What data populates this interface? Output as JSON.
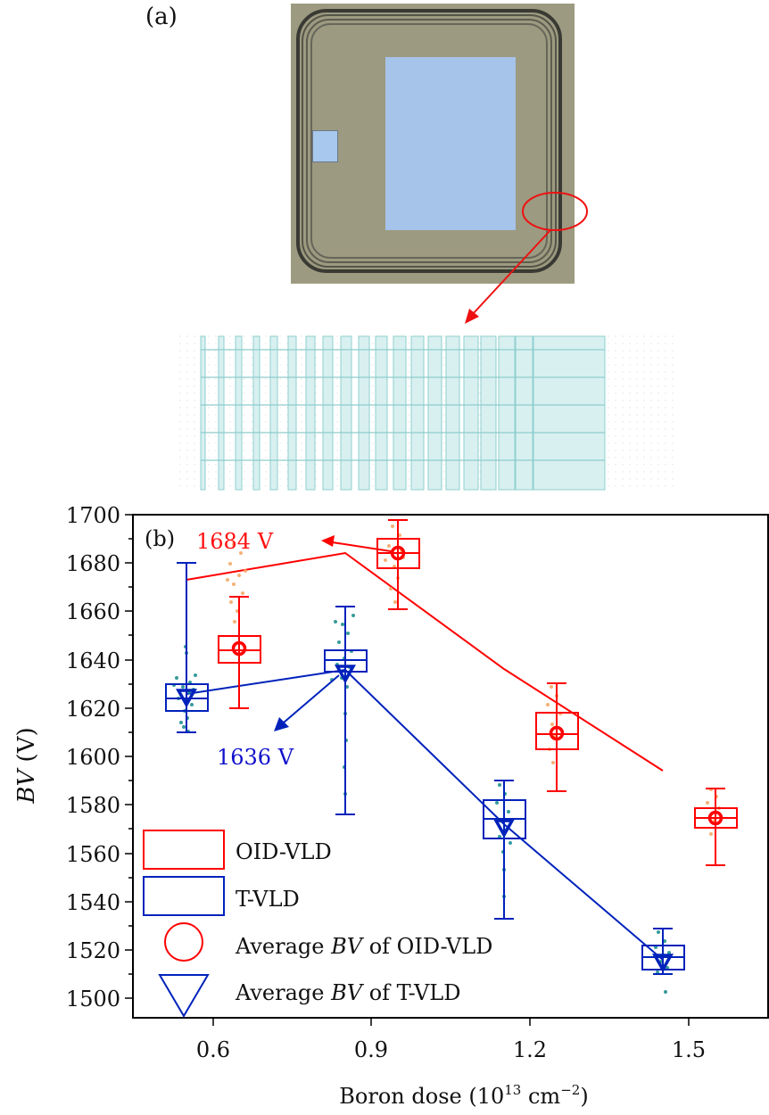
{
  "panel_a": {
    "label": "(a)",
    "description": "Optical micrograph of chip with termination rings; red ellipse marks corner region enlarged below as VLD mask layout strip"
  },
  "panel_b": {
    "label": "(b)"
  },
  "annotations": {
    "oid_peak": "1684 V",
    "tvld_peak": "1636 V"
  },
  "legend": {
    "items": [
      {
        "label": "OID-VLD",
        "type": "box",
        "color": "#ff0000"
      },
      {
        "label": "T-VLD",
        "type": "box",
        "color": "#0022bb"
      },
      {
        "label_prefix": "Average ",
        "label_italic": "BV",
        "label_suffix": " of OID-VLD",
        "type": "circle",
        "color": "#ff0000"
      },
      {
        "label_prefix": "Average ",
        "label_italic": "BV",
        "label_suffix": " of T-VLD",
        "type": "triangle-down",
        "color": "#0022bb"
      }
    ]
  },
  "axes": {
    "ylabel_italic": "BV",
    "ylabel_unit": " (V)",
    "xlabel": "Boron dose (10",
    "xlabel_sup1": "13",
    "xlabel_mid": " cm",
    "xlabel_sup2": "−2",
    "xlabel_end": ")"
  },
  "chart_data": {
    "type": "box",
    "title": "",
    "xlabel": "Boron dose (10^13 cm^-2)",
    "ylabel": "BV (V)",
    "xlim": [
      0.45,
      1.6
    ],
    "ylim": [
      1490,
      1700
    ],
    "xticks": [
      0.6,
      0.9,
      1.2,
      1.5
    ],
    "yticks": [
      1500,
      1520,
      1540,
      1560,
      1580,
      1600,
      1620,
      1640,
      1660,
      1680,
      1700
    ],
    "legend_position": "lower left",
    "grid": false,
    "series": [
      {
        "name": "T-VLD",
        "color": "#0022bb",
        "points_color": "#138a8a",
        "x": [
          0.55,
          0.85,
          1.15,
          1.45
        ],
        "whisker_low": [
          1610,
          1576,
          1533,
          1496
        ],
        "q1": [
          1621,
          1634,
          1566,
          1512
        ],
        "median": [
          1627,
          1639,
          1574,
          1517
        ],
        "q3": [
          1632,
          1643,
          1582,
          1522
        ],
        "whisker_high": [
          1676,
          1657,
          1590,
          1529
        ],
        "mean": [
          1626,
          1636,
          1571,
          1516
        ]
      },
      {
        "name": "OID-VLD",
        "color": "#ff0000",
        "points_color": "#f4a460",
        "x": [
          0.65,
          0.95,
          1.25,
          1.55
        ],
        "whisker_low": [
          1624,
          1661,
          1586,
          1556
        ],
        "q1": [
          1639,
          1678,
          1606,
          1571
        ],
        "median": [
          1644,
          1684,
          1612,
          1575
        ],
        "q3": [
          1650,
          1690,
          1621,
          1579
        ],
        "whisker_high": [
          1666,
          1698,
          1633,
          1587
        ],
        "mean": [
          1645,
          1684,
          1612,
          1575
        ]
      }
    ],
    "annotations": [
      {
        "text": "1684 V",
        "series": "OID-VLD",
        "x": 0.95,
        "y": 1684
      },
      {
        "text": "1636 V",
        "series": "T-VLD",
        "x": 0.85,
        "y": 1636
      }
    ]
  }
}
